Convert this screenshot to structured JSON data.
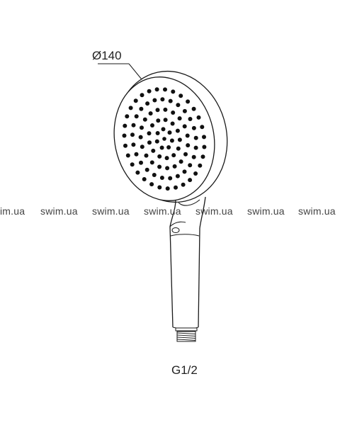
{
  "diagram": {
    "diameter_label": "Ø140",
    "thread_label": "G1/2",
    "watermark_text": "swim.ua",
    "watermark_fragment": "im.ua",
    "colors": {
      "stroke": "#1a1a1a",
      "nozzle": "#111111",
      "text": "#222222",
      "watermark": "#444444"
    }
  }
}
